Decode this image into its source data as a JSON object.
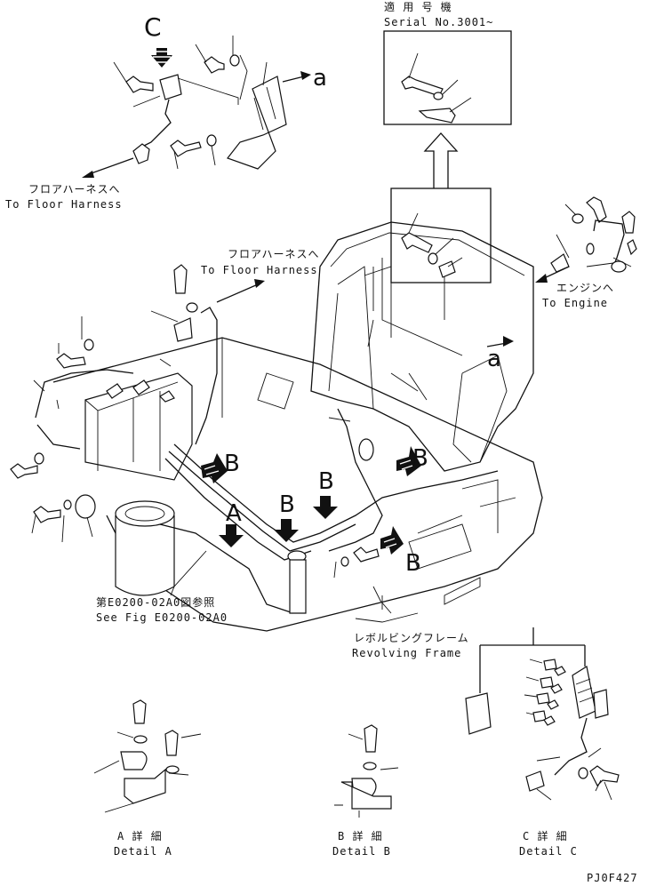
{
  "serial_note": {
    "line1": "適 用 号 機",
    "line2": "Serial No.3001~"
  },
  "callouts": {
    "to_floor_harness_1_jp": "フロアハーネスへ",
    "to_floor_harness_1_en": "To Floor Harness",
    "to_floor_harness_2_jp": "フロアハーネスへ",
    "to_floor_harness_2_en": "To Floor Harness",
    "to_engine_jp": "エンジンへ",
    "to_engine_en": "To Engine",
    "see_fig_jp": "第E0200-02A0図参照",
    "see_fig_en": "See Fig E0200-02A0",
    "revolving_frame_jp": "レボルビングフレーム",
    "revolving_frame_en": "Revolving Frame"
  },
  "view_letters": {
    "c_top": "C",
    "a_top": "a",
    "a_right": "a",
    "a_center": "A",
    "b1": "B",
    "b2": "B",
    "b3": "B",
    "b4": "B",
    "b5": "B"
  },
  "details": {
    "a_jp": "A 詳 細",
    "a_en": "Detail A",
    "b_jp": "B 詳 細",
    "b_en": "Detail B",
    "c_jp": "C 詳 細",
    "c_en": "Detail C"
  },
  "drawing_code": "PJ0F427"
}
